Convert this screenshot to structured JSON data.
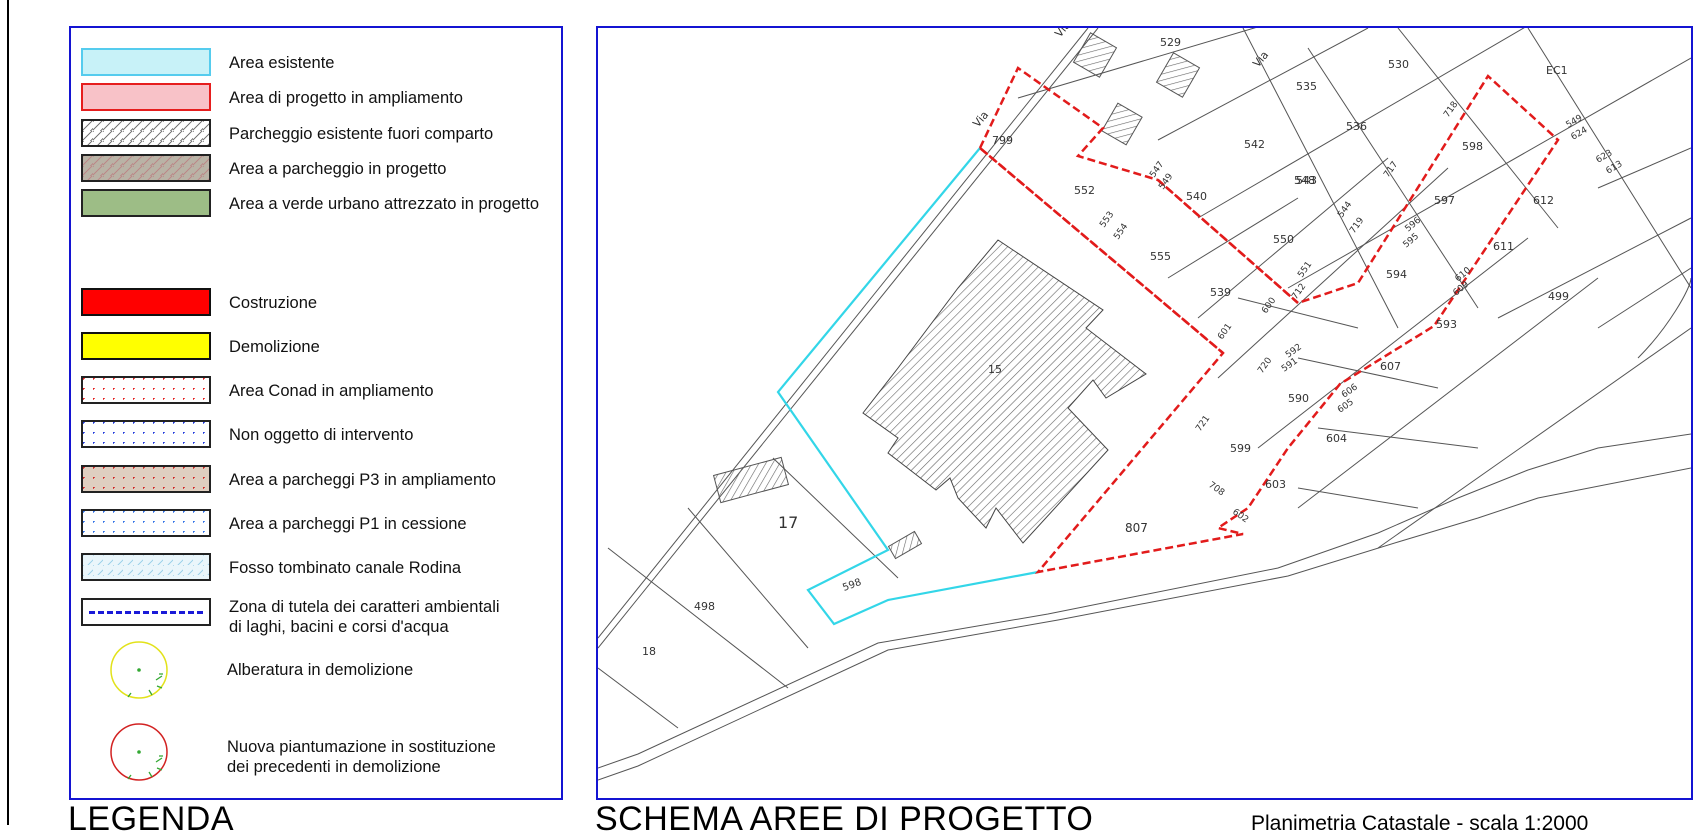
{
  "legend": {
    "caption": "LEGENDA",
    "items": [
      {
        "key": "area-esistente",
        "label": "Area esistente"
      },
      {
        "key": "area-ampliamento",
        "label": "Area di progetto in ampliamento"
      },
      {
        "key": "parch-esistente",
        "label": "Parcheggio esistente fuori comparto"
      },
      {
        "key": "parch-progetto",
        "label": "Area a parcheggio in progetto"
      },
      {
        "key": "verde",
        "label": "Area a verde urbano attrezzato in progetto"
      },
      {
        "key": "costruzione",
        "label": "Costruzione"
      },
      {
        "key": "demolizione",
        "label": "Demolizione"
      },
      {
        "key": "conad",
        "label": "Area Conad in ampliamento"
      },
      {
        "key": "non-oggetto",
        "label": "Non oggetto di intervento"
      },
      {
        "key": "p3",
        "label": "Area a parcheggi P3 in ampliamento"
      },
      {
        "key": "p1",
        "label": "Area a parcheggi P1 in cessione"
      },
      {
        "key": "fosso",
        "label": "Fosso tombinato canale Rodina"
      }
    ],
    "tutela": {
      "line1": "Zona di tutela dei caratteri ambientali",
      "line2": "di laghi, bacini e corsi d'acqua"
    },
    "alberatura": {
      "label": "Alberatura in demolizione"
    },
    "piantumazione": {
      "line1": "Nuova piantumazione in sostituzione",
      "line2": "dei precedenti in demolizione"
    }
  },
  "map": {
    "caption": "SCHEMA AREE DI PROGETTO",
    "scale_label": "Planimetria Catastale - scala 1:2000",
    "street_labels": [
      "Via",
      "Via",
      "Via"
    ],
    "parcels": [
      "529",
      "530",
      "535",
      "EC1",
      "799",
      "536",
      "542",
      "552",
      "548",
      "540",
      "543",
      "550",
      "555",
      "539",
      "594",
      "597",
      "612",
      "611",
      "499",
      "598",
      "593",
      "607",
      "590",
      "604",
      "599",
      "603",
      "807",
      "17",
      "15",
      "598",
      "498",
      "18"
    ],
    "small_parcels": [
      "547",
      "549",
      "553",
      "554",
      "551",
      "712",
      "719",
      "544",
      "718",
      "717",
      "596",
      "595",
      "610",
      "609",
      "592",
      "591",
      "606",
      "605",
      "720",
      "721",
      "708",
      "602",
      "601",
      "600",
      "549",
      "624",
      "623",
      "613"
    ]
  },
  "colors": {
    "frame": "#1414d2",
    "existing": "#33d6e8",
    "project": "#e21b1b"
  }
}
